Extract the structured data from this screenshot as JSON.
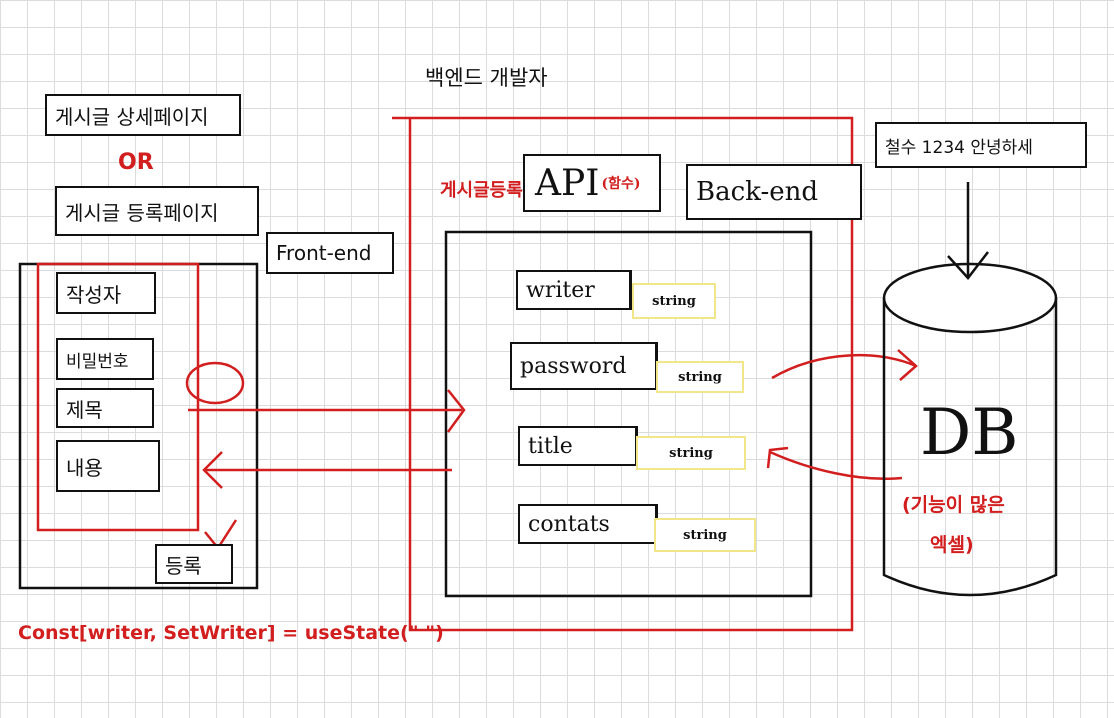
{
  "frontend": {
    "page_detail": "게시글 상세페이지",
    "or": "OR",
    "page_register": "게시글 등록페이지",
    "label": "Front-end",
    "fields": [
      "작성자",
      "비밀번호",
      "제목",
      "내용"
    ],
    "submit": "등록",
    "code": "Const[writer, SetWriter] = useState(\" \")"
  },
  "backend": {
    "header": "백엔드 개발자",
    "register_label": "게시글등록",
    "api": "API",
    "api_note": "(함수)",
    "label": "Back-end",
    "fields": [
      {
        "name": "writer",
        "type": "string"
      },
      {
        "name": "password",
        "type": "string"
      },
      {
        "name": "title",
        "type": "string"
      },
      {
        "name": "contats",
        "type": "string"
      }
    ]
  },
  "db": {
    "name": "DB",
    "note_line1": "(기능이 많은",
    "note_line2": "엑셀)",
    "input_box": "철수 1234 안녕하세"
  },
  "colors": {
    "ink": "#111111",
    "red": "#d21e1e",
    "highlight": "#f2e68a",
    "grid": "#dcdcdc"
  }
}
